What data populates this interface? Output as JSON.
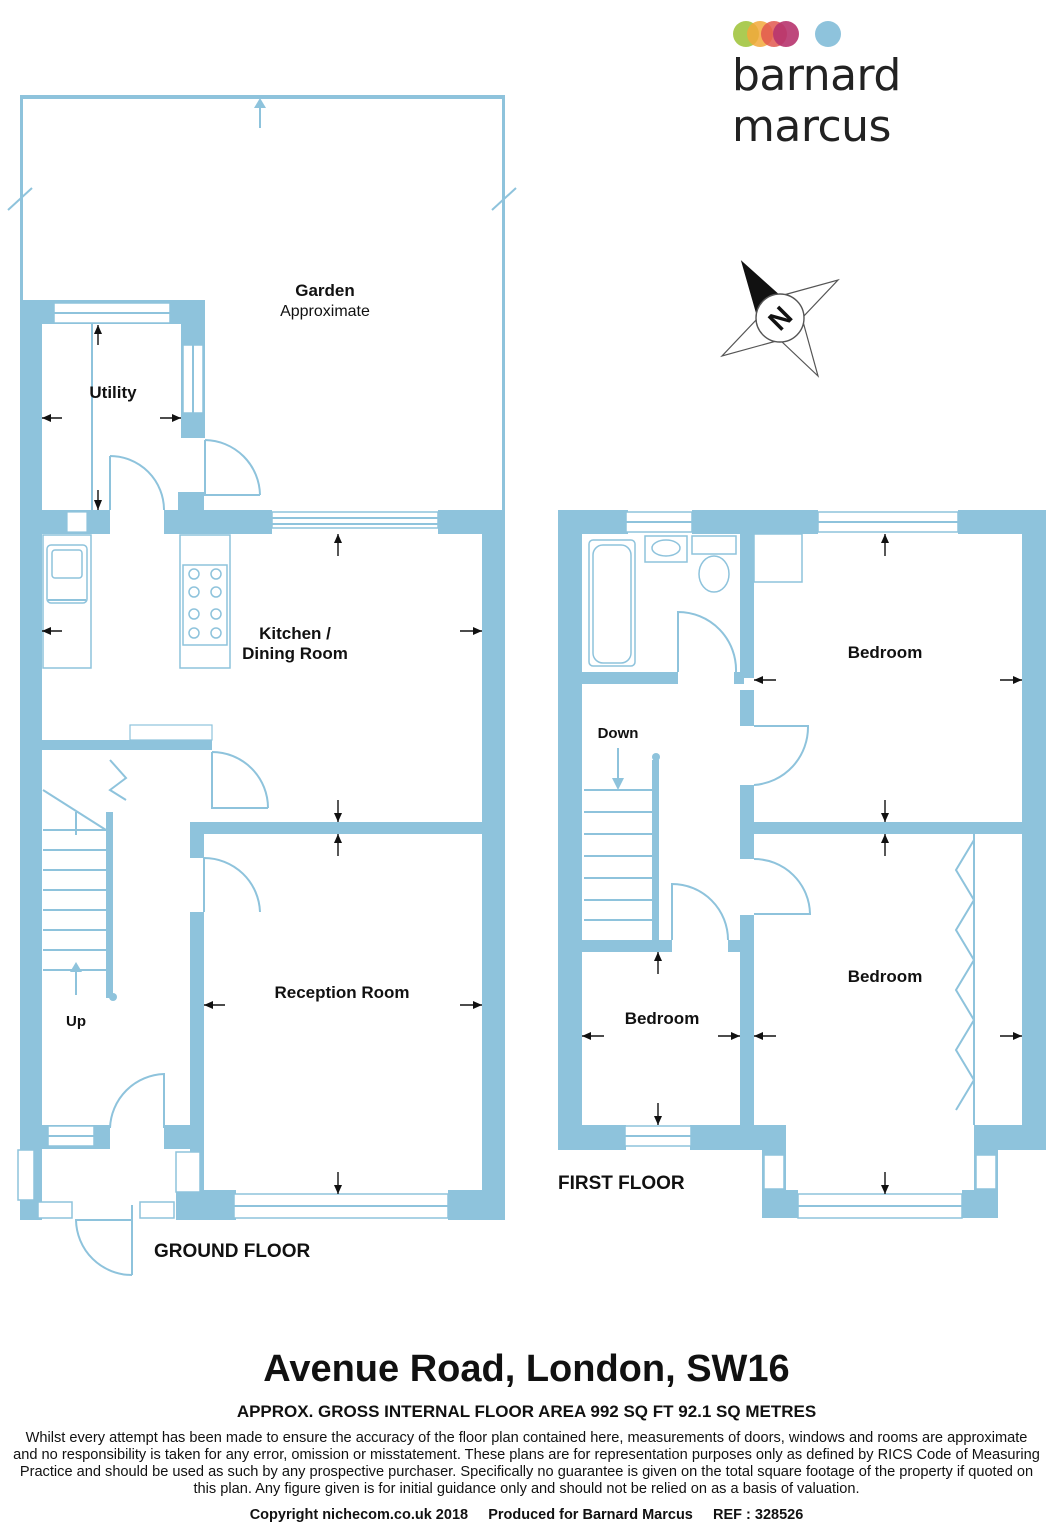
{
  "brand": {
    "name": "barnard marcus",
    "dot_colors": [
      "#a7c84a",
      "#f2a93b",
      "#e2584f",
      "#b7346e",
      "#8ec3dc"
    ]
  },
  "compass": {
    "letter": "N"
  },
  "ground_floor": {
    "label": "GROUND FLOOR",
    "rooms": {
      "garden_title": "Garden",
      "garden_subtitle": "Approximate",
      "utility": "Utility",
      "kitchen_line1": "Kitchen /",
      "kitchen_line2": "Dining Room",
      "reception": "Reception Room",
      "stairs_up": "Up"
    }
  },
  "first_floor": {
    "label": "FIRST FLOOR",
    "rooms": {
      "bedroom_rear": "Bedroom",
      "bedroom_front": "Bedroom",
      "bedroom_small": "Bedroom",
      "stairs_down": "Down"
    }
  },
  "footer": {
    "address": "Avenue Road, London, SW16",
    "area": "APPROX. GROSS INTERNAL FLOOR AREA 992 SQ FT 92.1 SQ METRES",
    "disclaimer": "Whilst every attempt has been made to ensure the accuracy of the floor plan contained here, measurements of doors, windows and rooms are approximate and no responsibility is taken for any error, omission or misstatement. These plans are for representation purposes only as defined by RICS Code of Measuring Practice and should be used as such by any prospective purchaser.  Specifically no guarantee is given on the total square footage of the property if quoted on this plan. Any figure given is for initial guidance only and should not be relied on as a basis of valuation.",
    "credits": "Copyright nichecom.co.uk 2018     Produced for Barnard Marcus     REF : 328526"
  }
}
